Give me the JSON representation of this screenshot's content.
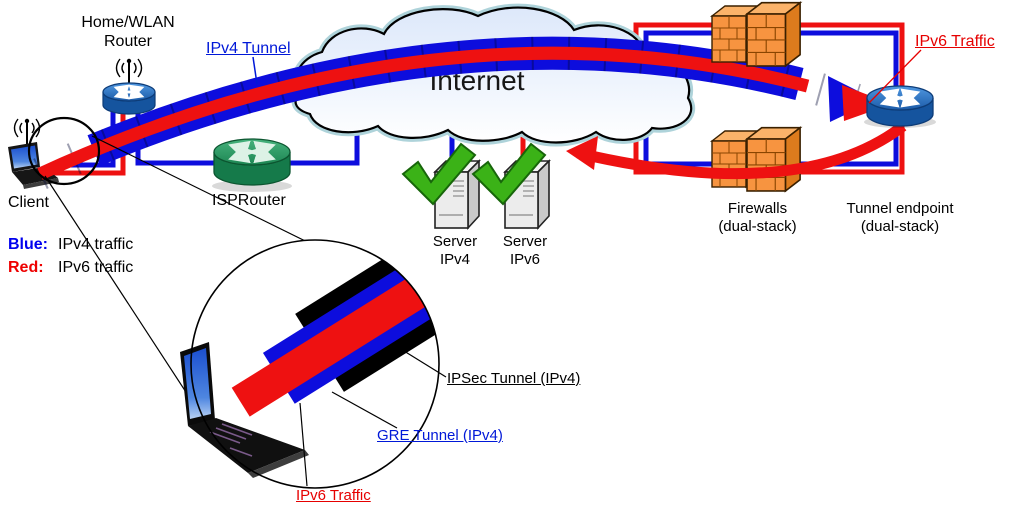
{
  "labels": {
    "internet": "Internet",
    "home_router_line1": "Home/WLAN",
    "home_router_line2": "Router",
    "ipv4_tunnel": "IPv4 Tunnel",
    "ipv6_traffic_top": "IPv6 Traffic",
    "client": "Client",
    "isp_router": "ISPRouter",
    "server_ipv4_line1": "Server",
    "server_ipv4_line2": "IPv4",
    "server_ipv6_line1": "Server",
    "server_ipv6_line2": "IPv6",
    "firewalls_line1": "Firewalls",
    "firewalls_line2": "(dual-stack)",
    "tunnel_endpoint_line1": "Tunnel endpoint",
    "tunnel_endpoint_line2": "(dual-stack)",
    "ipsec_tunnel_zoom": "IPSec Tunnel (IPv4)",
    "gre_tunnel_zoom": "GRE Tunnel (IPv4)",
    "ipv6_traffic_zoom": "IPv6 Traffic"
  },
  "legend": {
    "blue_key": "Blue:",
    "blue_value": "IPv4 traffic",
    "red_key": "Red:",
    "red_value": "IPv6 traffic"
  },
  "colors": {
    "ipv4_blue": "#0d0ddd",
    "ipv6_red": "#ee1111",
    "link_text_blue": "#0018d8",
    "link_text_red": "#e60000",
    "firewall_orange": "#f79440",
    "router_blue": "#1f6fc4",
    "router_green": "#2f9e63",
    "check_green": "#3bb217"
  }
}
